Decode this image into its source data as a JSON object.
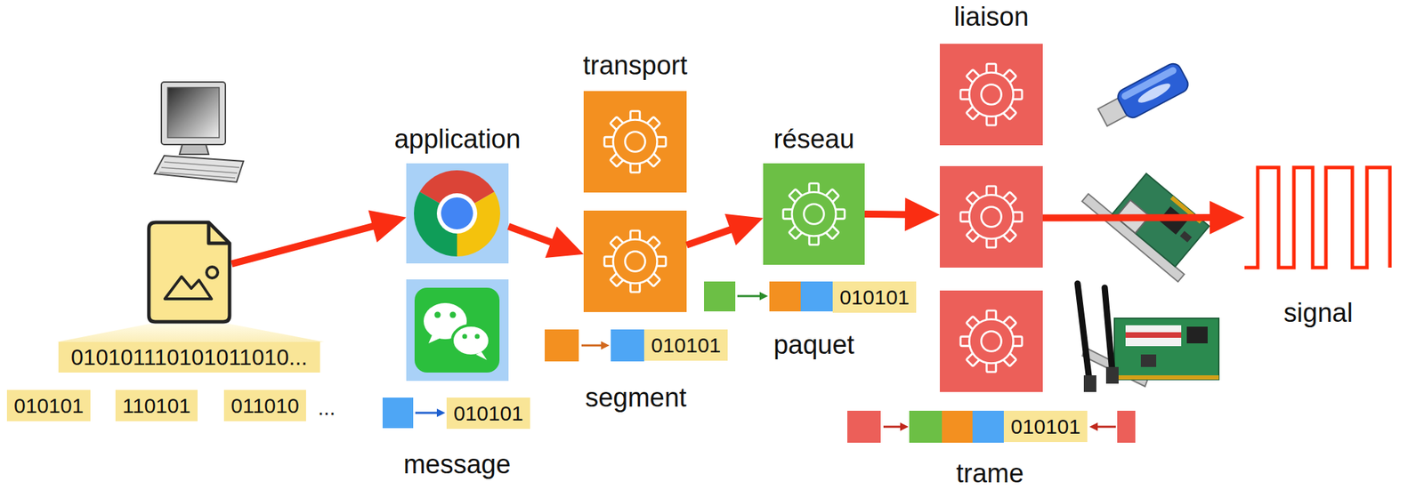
{
  "diagram": {
    "nodes": [
      {
        "text": [
          "010101110101011010..."
        ]
      },
      {
        "text": [
          "application"
        ]
      },
      {
        "text": [
          "transport"
        ]
      },
      {
        "text": [
          "réseau"
        ]
      },
      {
        "text": [
          "liaison"
        ]
      },
      {
        "text": [
          "signal"
        ]
      }
    ],
    "edges": [
      {
        "from": 0,
        "to": 1,
        "arrow": "to"
      },
      {
        "from": 1,
        "to": 2,
        "arrow": "to"
      },
      {
        "from": 2,
        "to": 3,
        "arrow": "to"
      },
      {
        "from": 3,
        "to": 4,
        "arrow": "to"
      },
      {
        "from": 4,
        "to": 5,
        "arrow": "to"
      }
    ],
    "labels": [
      "010101",
      "110101",
      "011010",
      "...",
      "010101",
      "message",
      "010101",
      "segment",
      "010101",
      "paquet",
      "010101",
      "trame"
    ]
  }
}
